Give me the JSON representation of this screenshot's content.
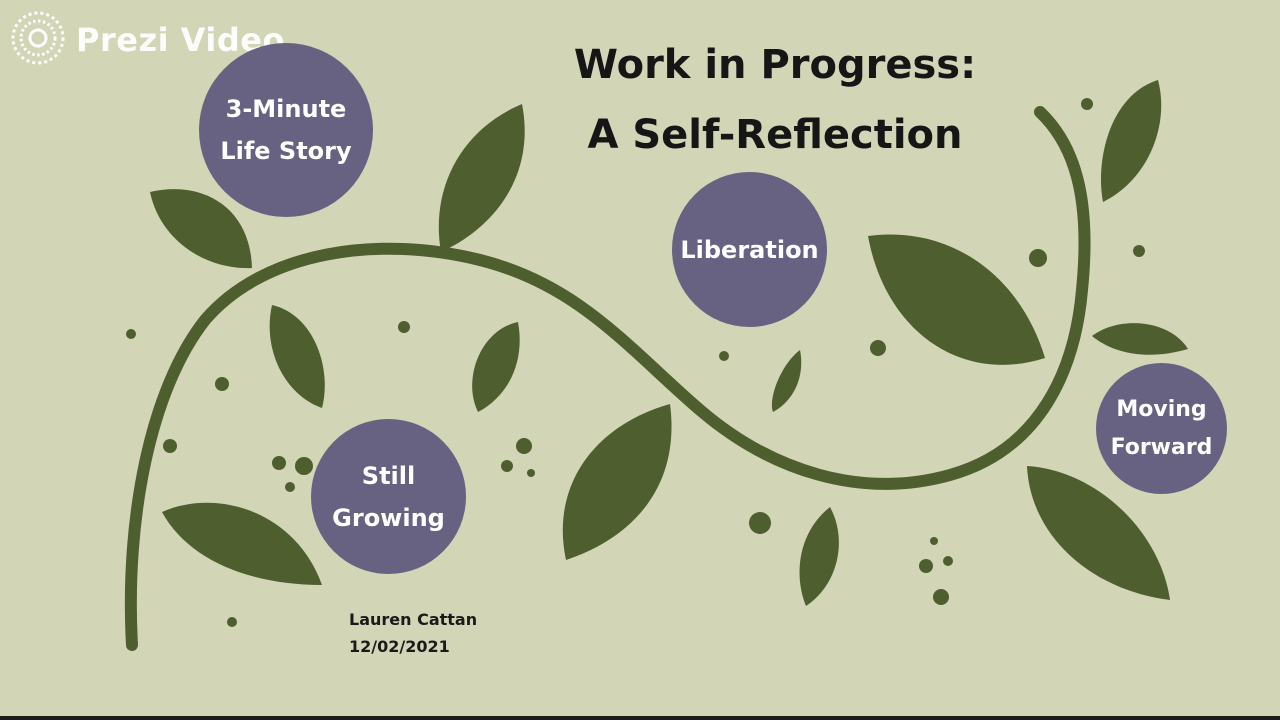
{
  "app": {
    "brand": "Prezi Video",
    "icon": "prezi-logo-icon"
  },
  "title": {
    "line1": "Work in Progress:",
    "line2": "A Self-Reflection"
  },
  "topics": [
    {
      "label": "3-Minute\nLife Story"
    },
    {
      "label": "Liberation"
    },
    {
      "label": "Still\nGrowing"
    },
    {
      "label": "Moving\nForward"
    }
  ],
  "author": {
    "name": "Lauren Cattan",
    "date": "12/02/2021"
  },
  "colors": {
    "background": "#d3d5b7",
    "vine": "#4e5e2f",
    "bubble": "#676282",
    "title": "#161616"
  }
}
